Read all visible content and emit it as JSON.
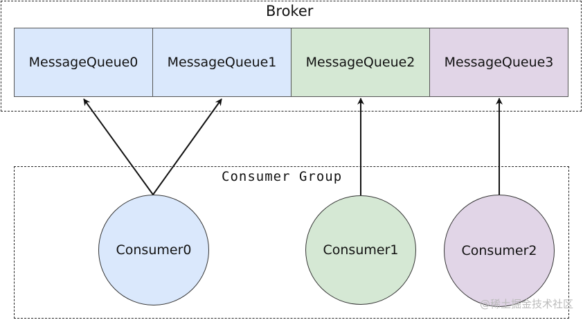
{
  "broker": {
    "title": "Broker",
    "queues": [
      {
        "label": "MessageQueue0",
        "color": "#dae8fc"
      },
      {
        "label": "MessageQueue1",
        "color": "#dae8fc"
      },
      {
        "label": "MessageQueue2",
        "color": "#d5e8d4"
      },
      {
        "label": "MessageQueue3",
        "color": "#e1d5e7"
      }
    ]
  },
  "consumer_group": {
    "title": "Consumer Group",
    "consumers": [
      {
        "label": "Consumer0",
        "color": "#dae8fc"
      },
      {
        "label": "Consumer1",
        "color": "#d5e8d4"
      },
      {
        "label": "Consumer2",
        "color": "#e1d5e7"
      }
    ]
  },
  "edges": [
    {
      "from": "Consumer0",
      "to": "MessageQueue0"
    },
    {
      "from": "Consumer0",
      "to": "MessageQueue1"
    },
    {
      "from": "Consumer1",
      "to": "MessageQueue2"
    },
    {
      "from": "Consumer2",
      "to": "MessageQueue3"
    }
  ],
  "watermark": "@稀土掘金技术社区"
}
